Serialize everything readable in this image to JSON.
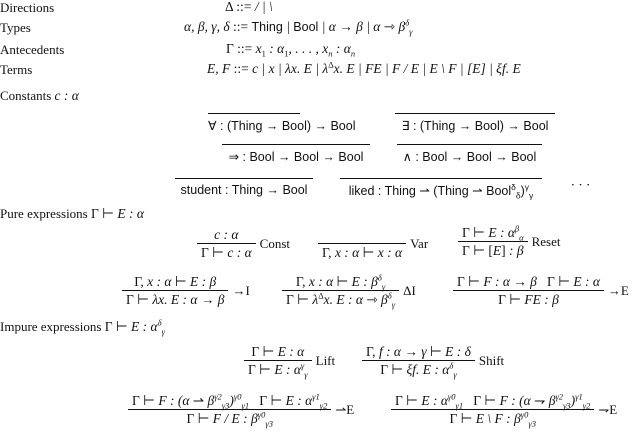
{
  "grammar": {
    "rows": [
      {
        "label": "Directions",
        "lhs": "Δ ::= ",
        "rhs": "/ | \\"
      },
      {
        "label": "Types",
        "lhs": "α, β, γ, δ ::= ",
        "rhs": "Thing | Bool | α → β | α ⇾ β"
      },
      {
        "label": "Antecedents",
        "lhs": "Γ ::= ",
        "rhs": "x₁ : α₁, . . . , xₙ : αₙ"
      },
      {
        "label": "Terms",
        "lhs": "E, F ::= ",
        "rhs": "c | x | λx. E | λΔx. E | FE | F / E | E \\ F | [E] | ξf. E"
      }
    ]
  },
  "constants": {
    "heading": "Constants c : α",
    "items": [
      "∀ : (Thing → Bool) → Bool",
      "∃ : (Thing → Bool) → Bool",
      "⇒ : Bool → Bool → Bool",
      "∧ : Bool → Bool → Bool",
      "student : Thing → Bool",
      "liked : Thing ⇀ (Thing ⇀ Boolᵟᵟ)ᵞᵞ"
    ],
    "ellipsis": "· · ·"
  },
  "pure": {
    "heading": "Pure expressions Γ ⊢ E : α",
    "rules": [
      {
        "premise": "c : α",
        "conclusion": "Γ ⊢ c : α",
        "name": "Const"
      },
      {
        "premise": "",
        "conclusion": "Γ, x : α ⊢ x : α",
        "name": "Var"
      },
      {
        "premise": "Γ ⊢ E : α^β_α",
        "conclusion": "Γ ⊢ [E] : β",
        "name": "Reset"
      },
      {
        "premise": "Γ, x : α ⊢ E : β",
        "conclusion": "Γ ⊢ λx. E : α → β",
        "name": "→I"
      },
      {
        "premise": "Γ, x : α ⊢ E : β^δ_γ",
        "conclusion": "Γ ⊢ λΔx. E : α ⇾Δ β^δ_γ",
        "name": "ΔI"
      },
      {
        "premise": "Γ ⊢ F : α → β    Γ ⊢ E : α",
        "conclusion": "Γ ⊢ FE : β",
        "name": "→E"
      }
    ]
  },
  "impure": {
    "heading": "Impure expressions Γ ⊢ E : α^δ_γ",
    "rules": [
      {
        "premise": "Γ ⊢ E : α",
        "conclusion": "Γ ⊢ E : α^γ_γ",
        "name": "Lift"
      },
      {
        "premise": "Γ, f : α → γ ⊢ E : δ",
        "conclusion": "Γ ⊢ ξf. E : α^δ_γ",
        "name": "Shift"
      },
      {
        "premise": "Γ ⊢ F : (α ⇀ β^γ2_γ3)^γ0_γ1    Γ ⊢ E : α^γ1_γ2",
        "conclusion": "Γ ⊢ F / E : β^γ0_γ3",
        "name": "⇀E"
      },
      {
        "premise": "Γ ⊢ E : α^γ0_γ1    Γ ⊢ F : (α ⇁ β^γ2_γ3)^γ1_γ2",
        "conclusion": "Γ ⊢ E \\ F : β^γ0_γ3",
        "name": "⇁E"
      }
    ]
  }
}
